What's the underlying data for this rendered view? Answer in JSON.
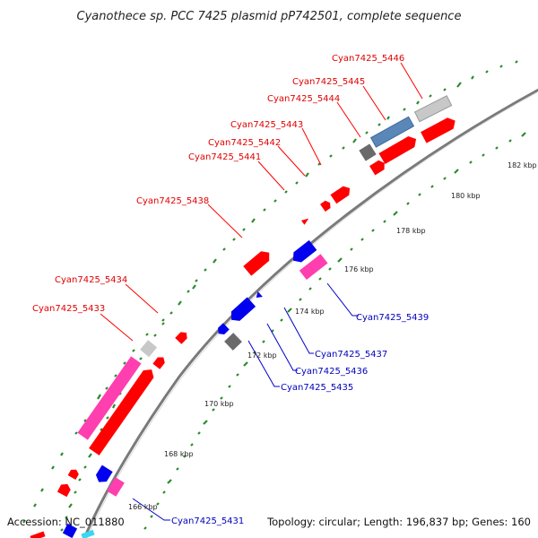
{
  "title": "Cyanothece sp. PCC 7425 plasmid pP742501, complete sequence",
  "footer": {
    "accession": "Accession: NC_011880",
    "stats": "Topology: circular; Length: 196,837 bp; Genes: 160"
  },
  "colors": {
    "forward": "#ff0000",
    "reverse": "#0000ee",
    "pink": "#ff3eb0",
    "gray": "#707070",
    "lightgray": "#c8c8c8",
    "steel": "#5a86b8",
    "ticks": "#2a8a2a",
    "backbone": "#7d7d7d"
  },
  "kbp_labels": [
    "166 kbp",
    "168 kbp",
    "170 kbp",
    "172 kbp",
    "174 kbp",
    "176 kbp",
    "178 kbp",
    "180 kbp",
    "182 kbp"
  ],
  "gene_labels_forward": [
    "Cyan7425_5446",
    "Cyan7425_5445",
    "Cyan7425_5444",
    "Cyan7425_5443",
    "Cyan7425_5442",
    "Cyan7425_5441",
    "Cyan7425_5438",
    "Cyan7425_5434",
    "Cyan7425_5433"
  ],
  "gene_labels_reverse": [
    "Cyan7425_5439",
    "Cyan7425_5437",
    "Cyan7425_5436",
    "Cyan7425_5435",
    "Cyan7425_5431"
  ]
}
